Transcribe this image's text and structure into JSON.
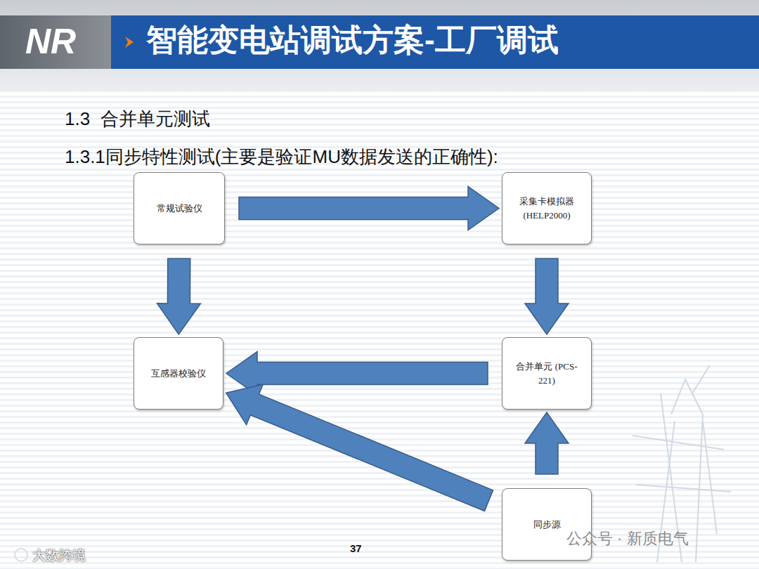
{
  "diagram": {
    "title": "智能变电站调试方案-工厂调试",
    "nodes": [
      {
        "text": [
          "常规试验仪"
        ]
      },
      {
        "text": [
          "采集卡模拟器 (HELP2000)"
        ]
      },
      {
        "text": [
          "互感器校验仪"
        ]
      },
      {
        "text": [
          "合并单元 (PCS-221)"
        ]
      },
      {
        "text": [
          "同步源"
        ]
      }
    ],
    "edges": [
      {
        "from": 0,
        "to": 1,
        "arrow": "to"
      },
      {
        "from": 0,
        "to": 2,
        "arrow": "to"
      },
      {
        "from": 1,
        "to": 3,
        "arrow": "to"
      },
      {
        "from": 3,
        "to": 2,
        "arrow": "to"
      },
      {
        "from": 4,
        "to": 3,
        "arrow": "to"
      },
      {
        "from": 4,
        "to": 2,
        "arrow": "to"
      }
    ],
    "labels": [
      "NR",
      "1.3  合并单元测试",
      "1.3.1同步特性测试(主要是验证MU数据发送的正确性):",
      "37",
      "公众号 · 新质电气",
      "大数跨境"
    ]
  }
}
